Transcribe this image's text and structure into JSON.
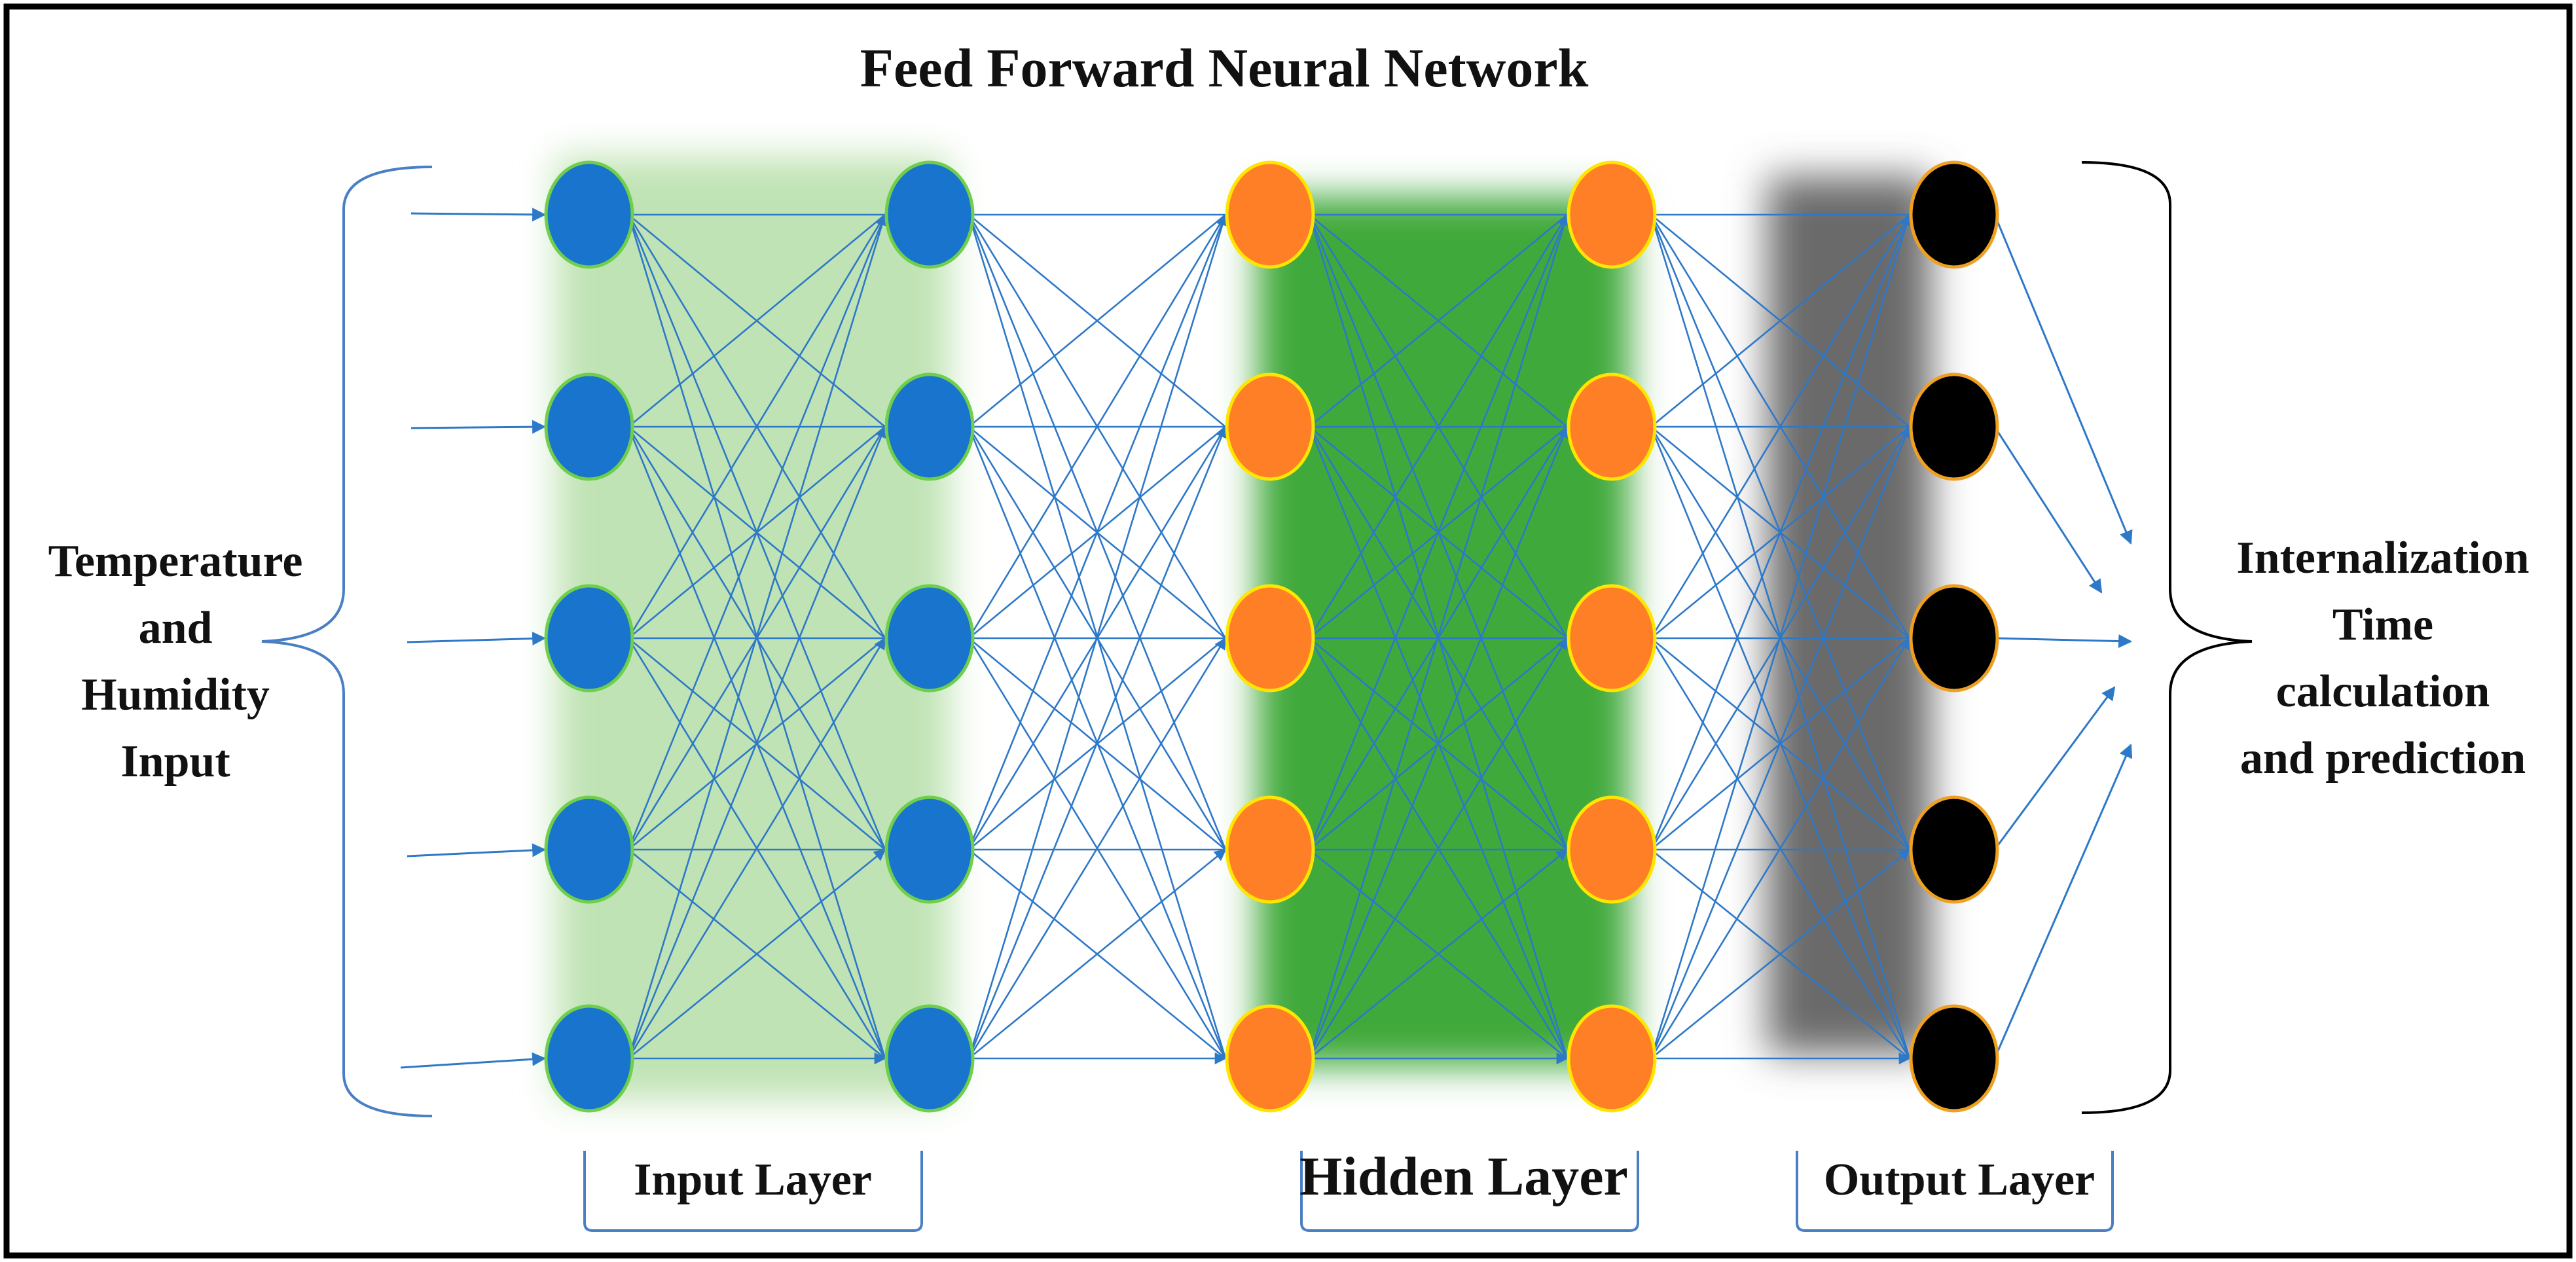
{
  "title": "Feed Forward Neural Network",
  "left_label": [
    "Temperature",
    "and",
    "Humidity",
    "Input"
  ],
  "right_label": [
    "Internalization",
    "Time",
    "calculation",
    "and prediction"
  ],
  "layer_labels": {
    "input": "Input Layer",
    "hidden": "Hidden Layer",
    "output": "Output Layer"
  },
  "network": {
    "neurons_per_column": 5,
    "columns": [
      {
        "role": "input",
        "fill": "#1874cd",
        "stroke": "#6fcf4a"
      },
      {
        "role": "input",
        "fill": "#1874cd",
        "stroke": "#6fcf4a"
      },
      {
        "role": "hidden",
        "fill": "#ff7f27",
        "stroke": "#ffe600"
      },
      {
        "role": "hidden",
        "fill": "#ff7f27",
        "stroke": "#ffe600"
      },
      {
        "role": "output",
        "fill": "#000000",
        "stroke": "#f0a020"
      }
    ],
    "connection_color": "#2e78c8",
    "band_colors": {
      "input": "#bfe3b4",
      "hidden": "#3fa93a",
      "output": "#6b6b6b"
    }
  }
}
